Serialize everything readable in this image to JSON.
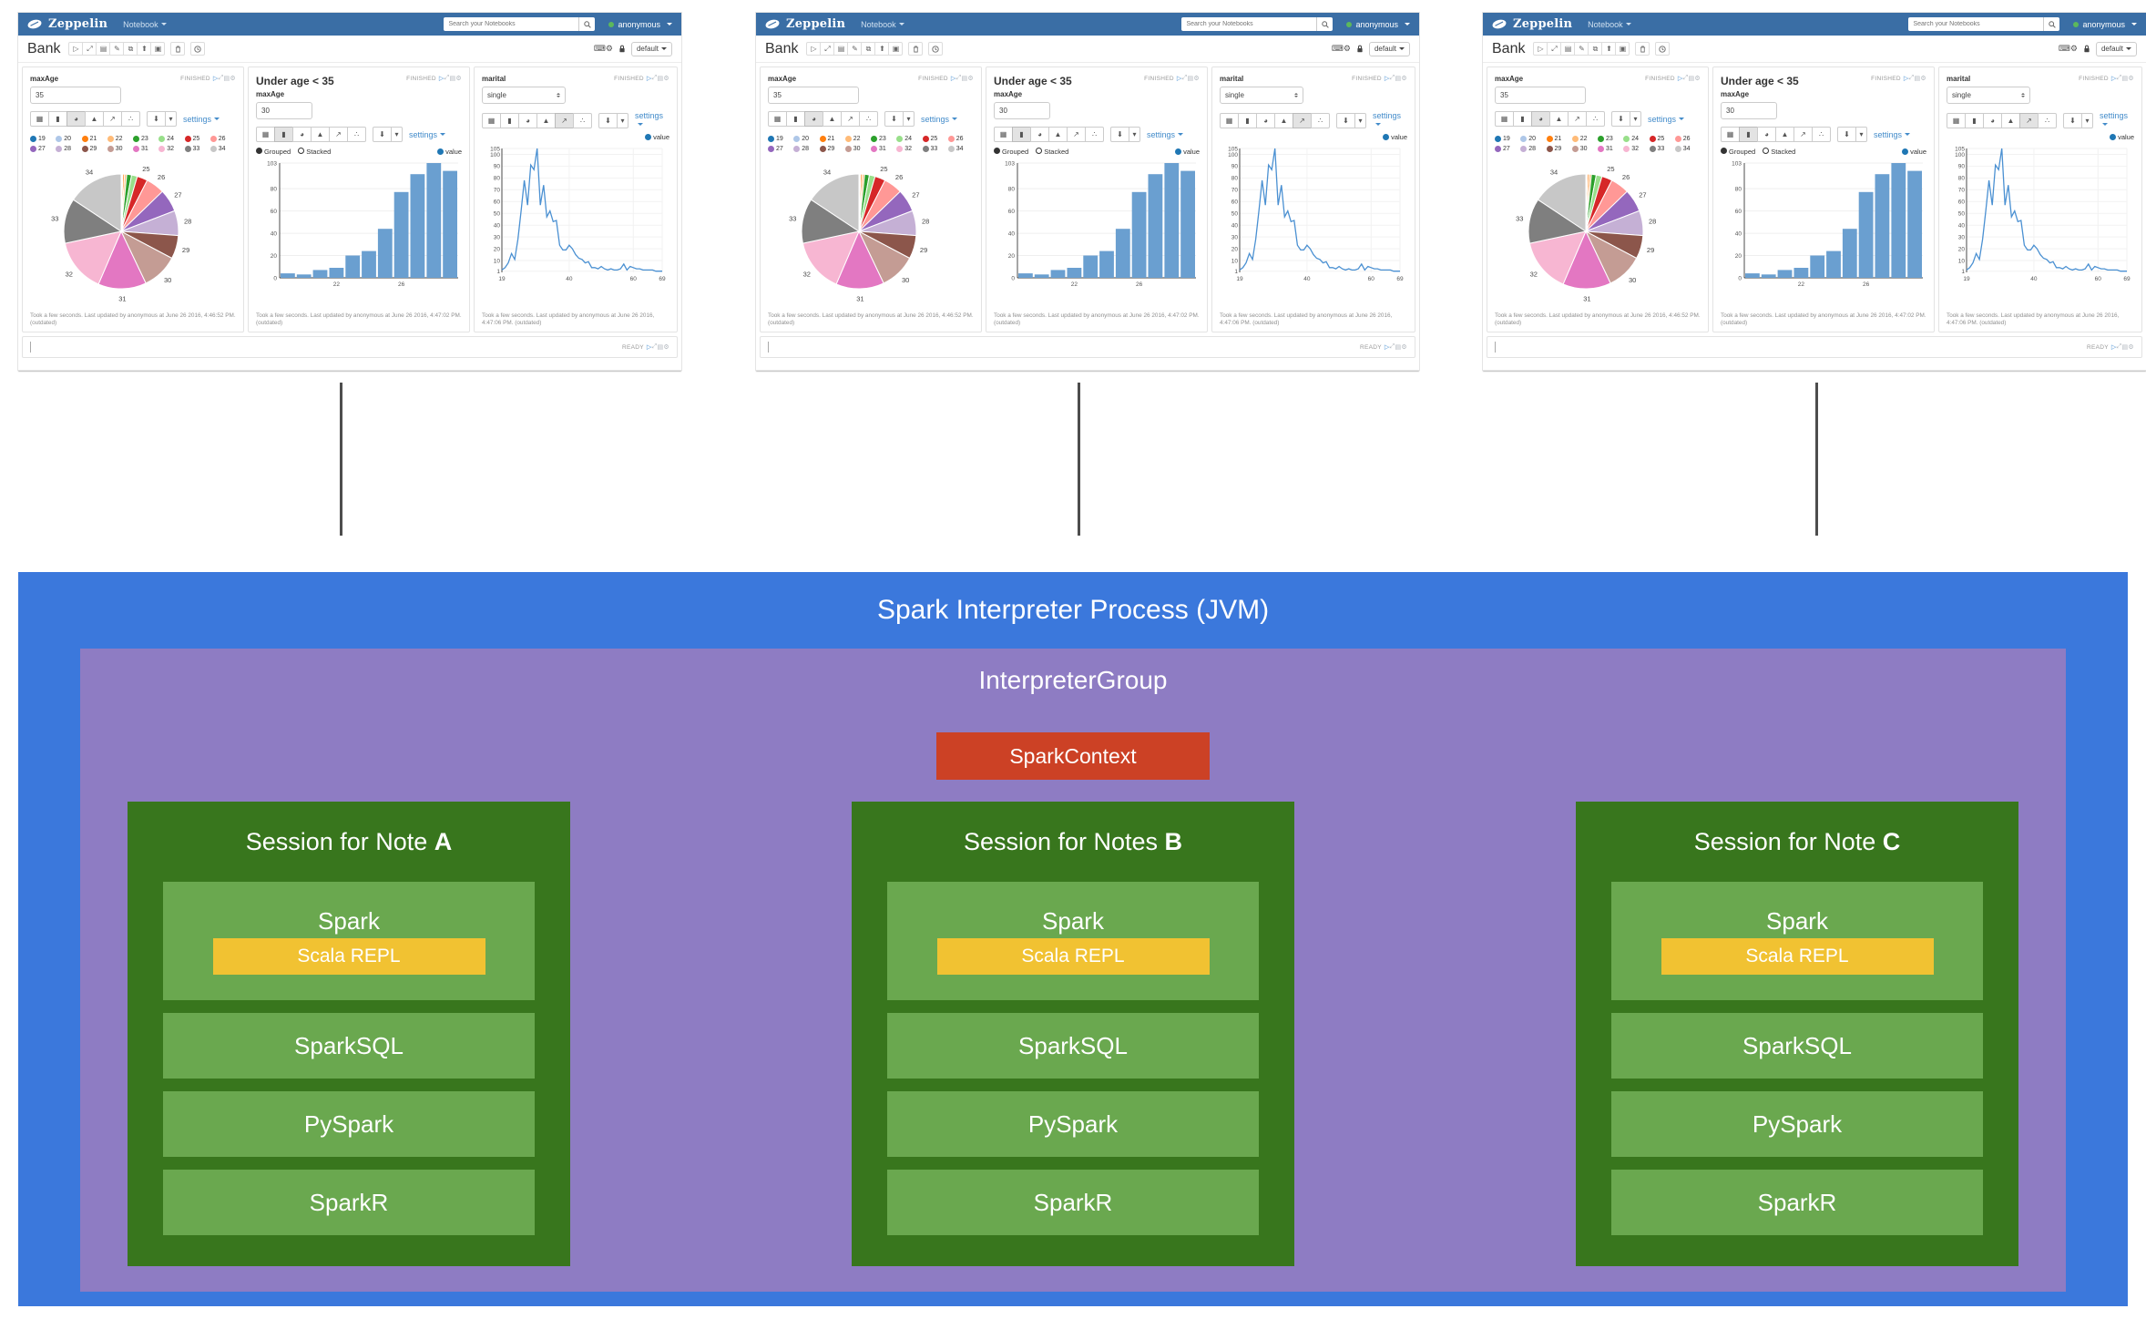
{
  "screenshot": {
    "navbar": {
      "brand": "Zeppelin",
      "menu_label": "Notebook",
      "search_placeholder": "Search your Notebooks",
      "username": "anonymous"
    },
    "note_header": {
      "title": "Bank",
      "toolbar_icons": [
        {
          "name": "run-all-paragraphs-icon",
          "glyph": "▷"
        },
        {
          "name": "show-hide-code-icon",
          "glyph": "⤢"
        },
        {
          "name": "show-hide-output-icon",
          "glyph": "▤"
        },
        {
          "name": "clear-output-icon",
          "glyph": "✎"
        },
        {
          "name": "clone-note-icon",
          "glyph": "⧉"
        },
        {
          "name": "export-note-icon",
          "glyph": "⬆"
        },
        {
          "name": "version-control-icon",
          "glyph": "▣"
        }
      ],
      "right_icons": [
        {
          "name": "shortcut-list-icon",
          "glyph": "⌨"
        },
        {
          "name": "interpreter-binding-icon",
          "glyph": "⚙"
        }
      ],
      "view_mode": "default"
    },
    "chart_buttons": [
      {
        "name": "table-icon",
        "glyph": "▦"
      },
      {
        "name": "bar-chart-icon",
        "glyph": "▮"
      },
      {
        "name": "pie-chart-icon",
        "glyph": "◕"
      },
      {
        "name": "area-chart-icon",
        "glyph": "▲"
      },
      {
        "name": "line-chart-icon",
        "glyph": "↗"
      },
      {
        "name": "scatter-chart-icon",
        "glyph": "∴"
      }
    ],
    "download_button": {
      "name": "download-data-icon",
      "glyph": "⬇"
    },
    "download_caret": {
      "name": "download-caret-icon",
      "glyph": "▾"
    },
    "status_icons": [
      {
        "name": "run-paragraph-icon",
        "glyph": "▷"
      },
      {
        "name": "expand-paragraph-icon",
        "glyph": "⤢"
      },
      {
        "name": "link-paragraph-icon",
        "glyph": "▤"
      },
      {
        "name": "paragraph-settings-icon",
        "glyph": "⚙"
      }
    ],
    "editor_status": "READY",
    "para_pie": {
      "field_label": "maxAge",
      "field_value": "35",
      "status": "FINISHED",
      "settings_label": "settings",
      "selected_chart": 2,
      "legend": [
        {
          "label": "19",
          "color": "#1f77b4"
        },
        {
          "label": "20",
          "color": "#aec7e8"
        },
        {
          "label": "21",
          "color": "#ff7f0e"
        },
        {
          "label": "22",
          "color": "#ffbb78"
        },
        {
          "label": "23",
          "color": "#2ca02c"
        },
        {
          "label": "24",
          "color": "#98df8a"
        },
        {
          "label": "25",
          "color": "#d62728"
        },
        {
          "label": "26",
          "color": "#ff9896"
        },
        {
          "label": "27",
          "color": "#9467bd"
        },
        {
          "label": "28",
          "color": "#c5b0d5"
        },
        {
          "label": "29",
          "color": "#8c564b"
        },
        {
          "label": "30",
          "color": "#c49c94"
        },
        {
          "label": "31",
          "color": "#e377c2"
        },
        {
          "label": "32",
          "color": "#f7b6d2"
        },
        {
          "label": "33",
          "color": "#7f7f7f"
        },
        {
          "label": "34",
          "color": "#c7c7c7"
        }
      ],
      "chart": {
        "type": "pie",
        "categories": [
          19,
          20,
          21,
          22,
          23,
          24,
          25,
          26,
          27,
          28,
          29,
          30,
          31,
          32,
          33,
          34
        ],
        "values": [
          4,
          3,
          7,
          9,
          20,
          24,
          44,
          77,
          94,
          103,
          97,
          150,
          199,
          224,
          186,
          231
        ],
        "colors": [
          "#1f77b4",
          "#aec7e8",
          "#ff7f0e",
          "#ffbb78",
          "#2ca02c",
          "#98df8a",
          "#d62728",
          "#ff9896",
          "#9467bd",
          "#c5b0d5",
          "#8c564b",
          "#c49c94",
          "#e377c2",
          "#f7b6d2",
          "#7f7f7f",
          "#c7c7c7"
        ]
      },
      "footer": "Took a few seconds. Last updated by anonymous at June 26 2016, 4:46:52 PM. (outdated)"
    },
    "para_bar": {
      "title": "Under age < 35",
      "field_label": "maxAge",
      "field_value": "30",
      "status": "FINISHED",
      "settings_label": "settings",
      "selected_chart": 1,
      "grouped_label": "Grouped",
      "stacked_label": "Stacked",
      "series_label": "value",
      "chart": {
        "type": "bar",
        "categories": [
          19,
          20,
          21,
          22,
          23,
          24,
          25,
          26,
          27,
          28,
          29
        ],
        "values": [
          4,
          3,
          7,
          9,
          20,
          24,
          44,
          77,
          93,
          103,
          96
        ],
        "yticks": [
          0,
          20,
          40,
          60,
          80,
          103
        ],
        "xticks": [
          22,
          26
        ],
        "ylim": [
          0,
          103
        ],
        "bar_color": "#6a9fd0"
      },
      "footer": "Took a few seconds. Last updated by anonymous at June 26 2016, 4:47:02 PM. (outdated)"
    },
    "para_line": {
      "field_label": "marital",
      "field_value": "single",
      "status": "FINISHED",
      "settings_label": "settings",
      "selected_chart": 4,
      "series_label": "value",
      "chart": {
        "type": "line",
        "x": [
          19,
          20,
          21,
          22,
          23,
          24,
          25,
          26,
          27,
          28,
          29,
          30,
          31,
          32,
          33,
          34,
          35,
          36,
          37,
          38,
          39,
          40,
          41,
          42,
          43,
          44,
          45,
          46,
          47,
          48,
          49,
          50,
          51,
          52,
          53,
          54,
          55,
          56,
          57,
          58,
          59,
          60,
          61,
          62,
          63,
          64,
          65,
          66,
          67,
          68,
          69
        ],
        "values": [
          2,
          4,
          8,
          16,
          11,
          28,
          52,
          78,
          57,
          91,
          87,
          105,
          57,
          74,
          47,
          52,
          43,
          44,
          23,
          19,
          19,
          23,
          20,
          15,
          12,
          11,
          8,
          9,
          4,
          4,
          3,
          5,
          3,
          2,
          3,
          2,
          2,
          3,
          7,
          2,
          5,
          4,
          3,
          3,
          2,
          2,
          2,
          2,
          1,
          1,
          1
        ],
        "yticks": [
          1,
          10,
          20,
          30,
          40,
          50,
          60,
          70,
          80,
          90,
          100,
          105
        ],
        "xticks": [
          19,
          40,
          60,
          69
        ],
        "ylim": [
          0,
          105
        ],
        "line_color": "#4a90d2"
      },
      "footer": "Took a few seconds. Last updated by anonymous at June 26 2016, 4:47:06 PM. (outdated)"
    }
  },
  "diagram": {
    "jvm_label": "Spark Interpreter Process (JVM)",
    "group_label": "InterpreterGroup",
    "context_label": "SparkContext",
    "sessions": [
      {
        "title_prefix": "Session for Note ",
        "note": "A",
        "interpreters": [
          "Spark",
          "SparkSQL",
          "PySpark",
          "SparkR"
        ],
        "repl_label": "Scala REPL"
      },
      {
        "title_prefix": "Session for Notes ",
        "note": "B",
        "interpreters": [
          "Spark",
          "SparkSQL",
          "PySpark",
          "SparkR"
        ],
        "repl_label": "Scala REPL"
      },
      {
        "title_prefix": "Session for Note ",
        "note": "C",
        "interpreters": [
          "Spark",
          "SparkSQL",
          "PySpark",
          "SparkR"
        ],
        "repl_label": "Scala REPL"
      }
    ],
    "colors": {
      "process": "#3b78dc",
      "group": "#8e7cc3",
      "context": "#cc4125",
      "session": "#38761d",
      "interpreter": "#6aa84f",
      "repl": "#f1c232"
    }
  }
}
